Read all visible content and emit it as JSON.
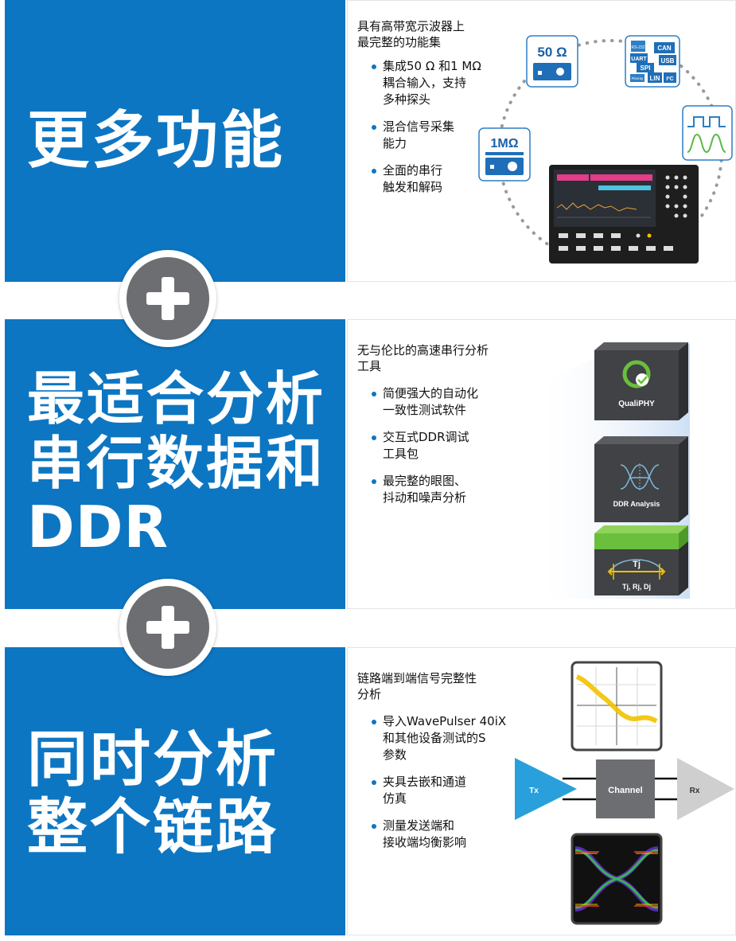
{
  "section1": {
    "title": "更多功能",
    "heading_lines": [
      "具有高带宽示波器上",
      "最完整的功能集"
    ],
    "bullets": [
      [
        "集成50 Ω 和1 MΩ",
        "耦合输入，支持",
        "多种探头"
      ],
      [
        "混合信号采集",
        "能力"
      ],
      [
        "全面的串行",
        "触发和解码"
      ]
    ],
    "illus": {
      "ohm50": "50 Ω",
      "mohm1": "1MΩ",
      "protocols": [
        "RS-232",
        "UART",
        "CAN",
        "SPI",
        "USB",
        "Flexray",
        "LIN",
        "I²C"
      ]
    }
  },
  "section2": {
    "title_lines": [
      "最适合分析",
      "串行数据和",
      "DDR"
    ],
    "heading_lines": [
      "无与伦比的高速串行分析",
      "工具"
    ],
    "bullets": [
      [
        "简便强大的自动化",
        "一致性测试软件"
      ],
      [
        "交互式DDR调试",
        "工具包"
      ],
      [
        "最完整的眼图、",
        "抖动和噪声分析"
      ]
    ],
    "illus": {
      "box1": "QualiPHY",
      "box2": "DDR Analysis",
      "box3_symbol": "Tj",
      "box3": "Tj, Rj, Dj"
    }
  },
  "section3": {
    "title_lines": [
      "同时分析",
      "整个链路"
    ],
    "heading_lines": [
      "链路端到端信号完整性",
      "分析"
    ],
    "bullets": [
      [
        "导入WavePulser 40iX",
        "和其他设备测试的S",
        "参数"
      ],
      [
        "夹具去嵌和通道",
        "仿真"
      ],
      [
        "测量发送端和",
        "接收端均衡影响"
      ]
    ],
    "illus": {
      "tx": "Tx",
      "channel": "Channel",
      "rx": "Rx"
    }
  },
  "colors": {
    "blue": "#0d76c2",
    "plus_gray": "#6d6e71",
    "green": "#6abf3c",
    "yellow": "#f2c200"
  },
  "icons": [
    "plus-icon",
    "oscilloscope-icon",
    "probe-icon",
    "protocol-chip-icon",
    "waveform-icon"
  ]
}
